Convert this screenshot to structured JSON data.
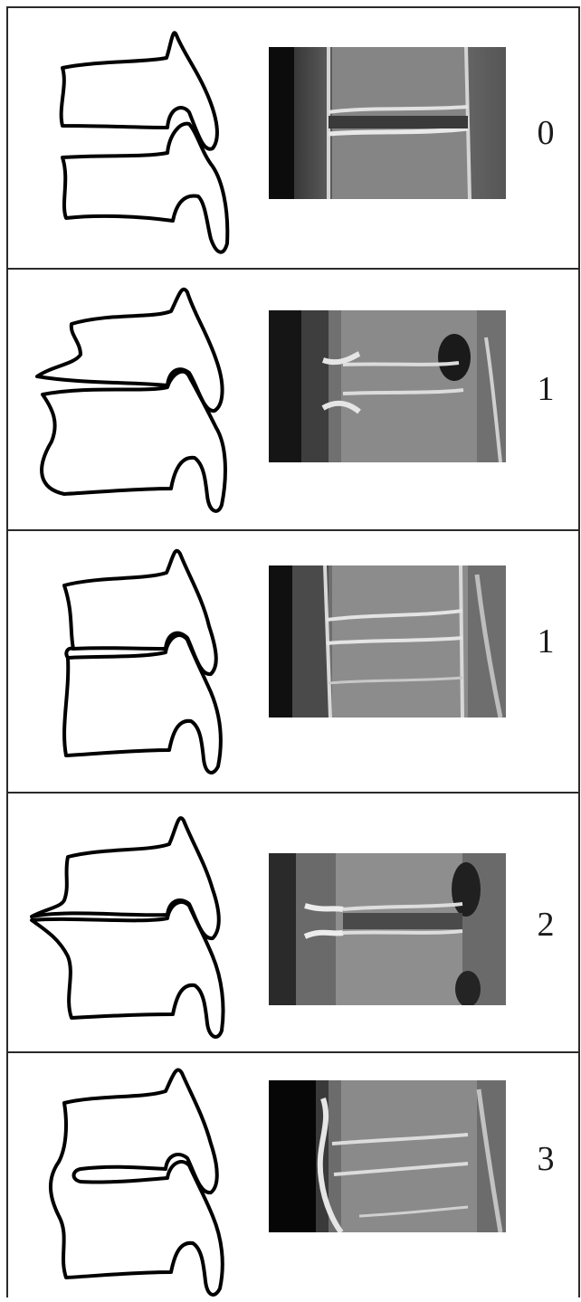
{
  "figure": {
    "rows": [
      {
        "grade": "0"
      },
      {
        "grade": "1"
      },
      {
        "grade": "1"
      },
      {
        "grade": "2"
      },
      {
        "grade": "3"
      }
    ]
  },
  "colors": {
    "line": "#000000",
    "border": "#2a2a2a",
    "background": "#ffffff"
  },
  "icons": [
    "vertebra-outline-sketch",
    "ct-sagittal-slice"
  ]
}
